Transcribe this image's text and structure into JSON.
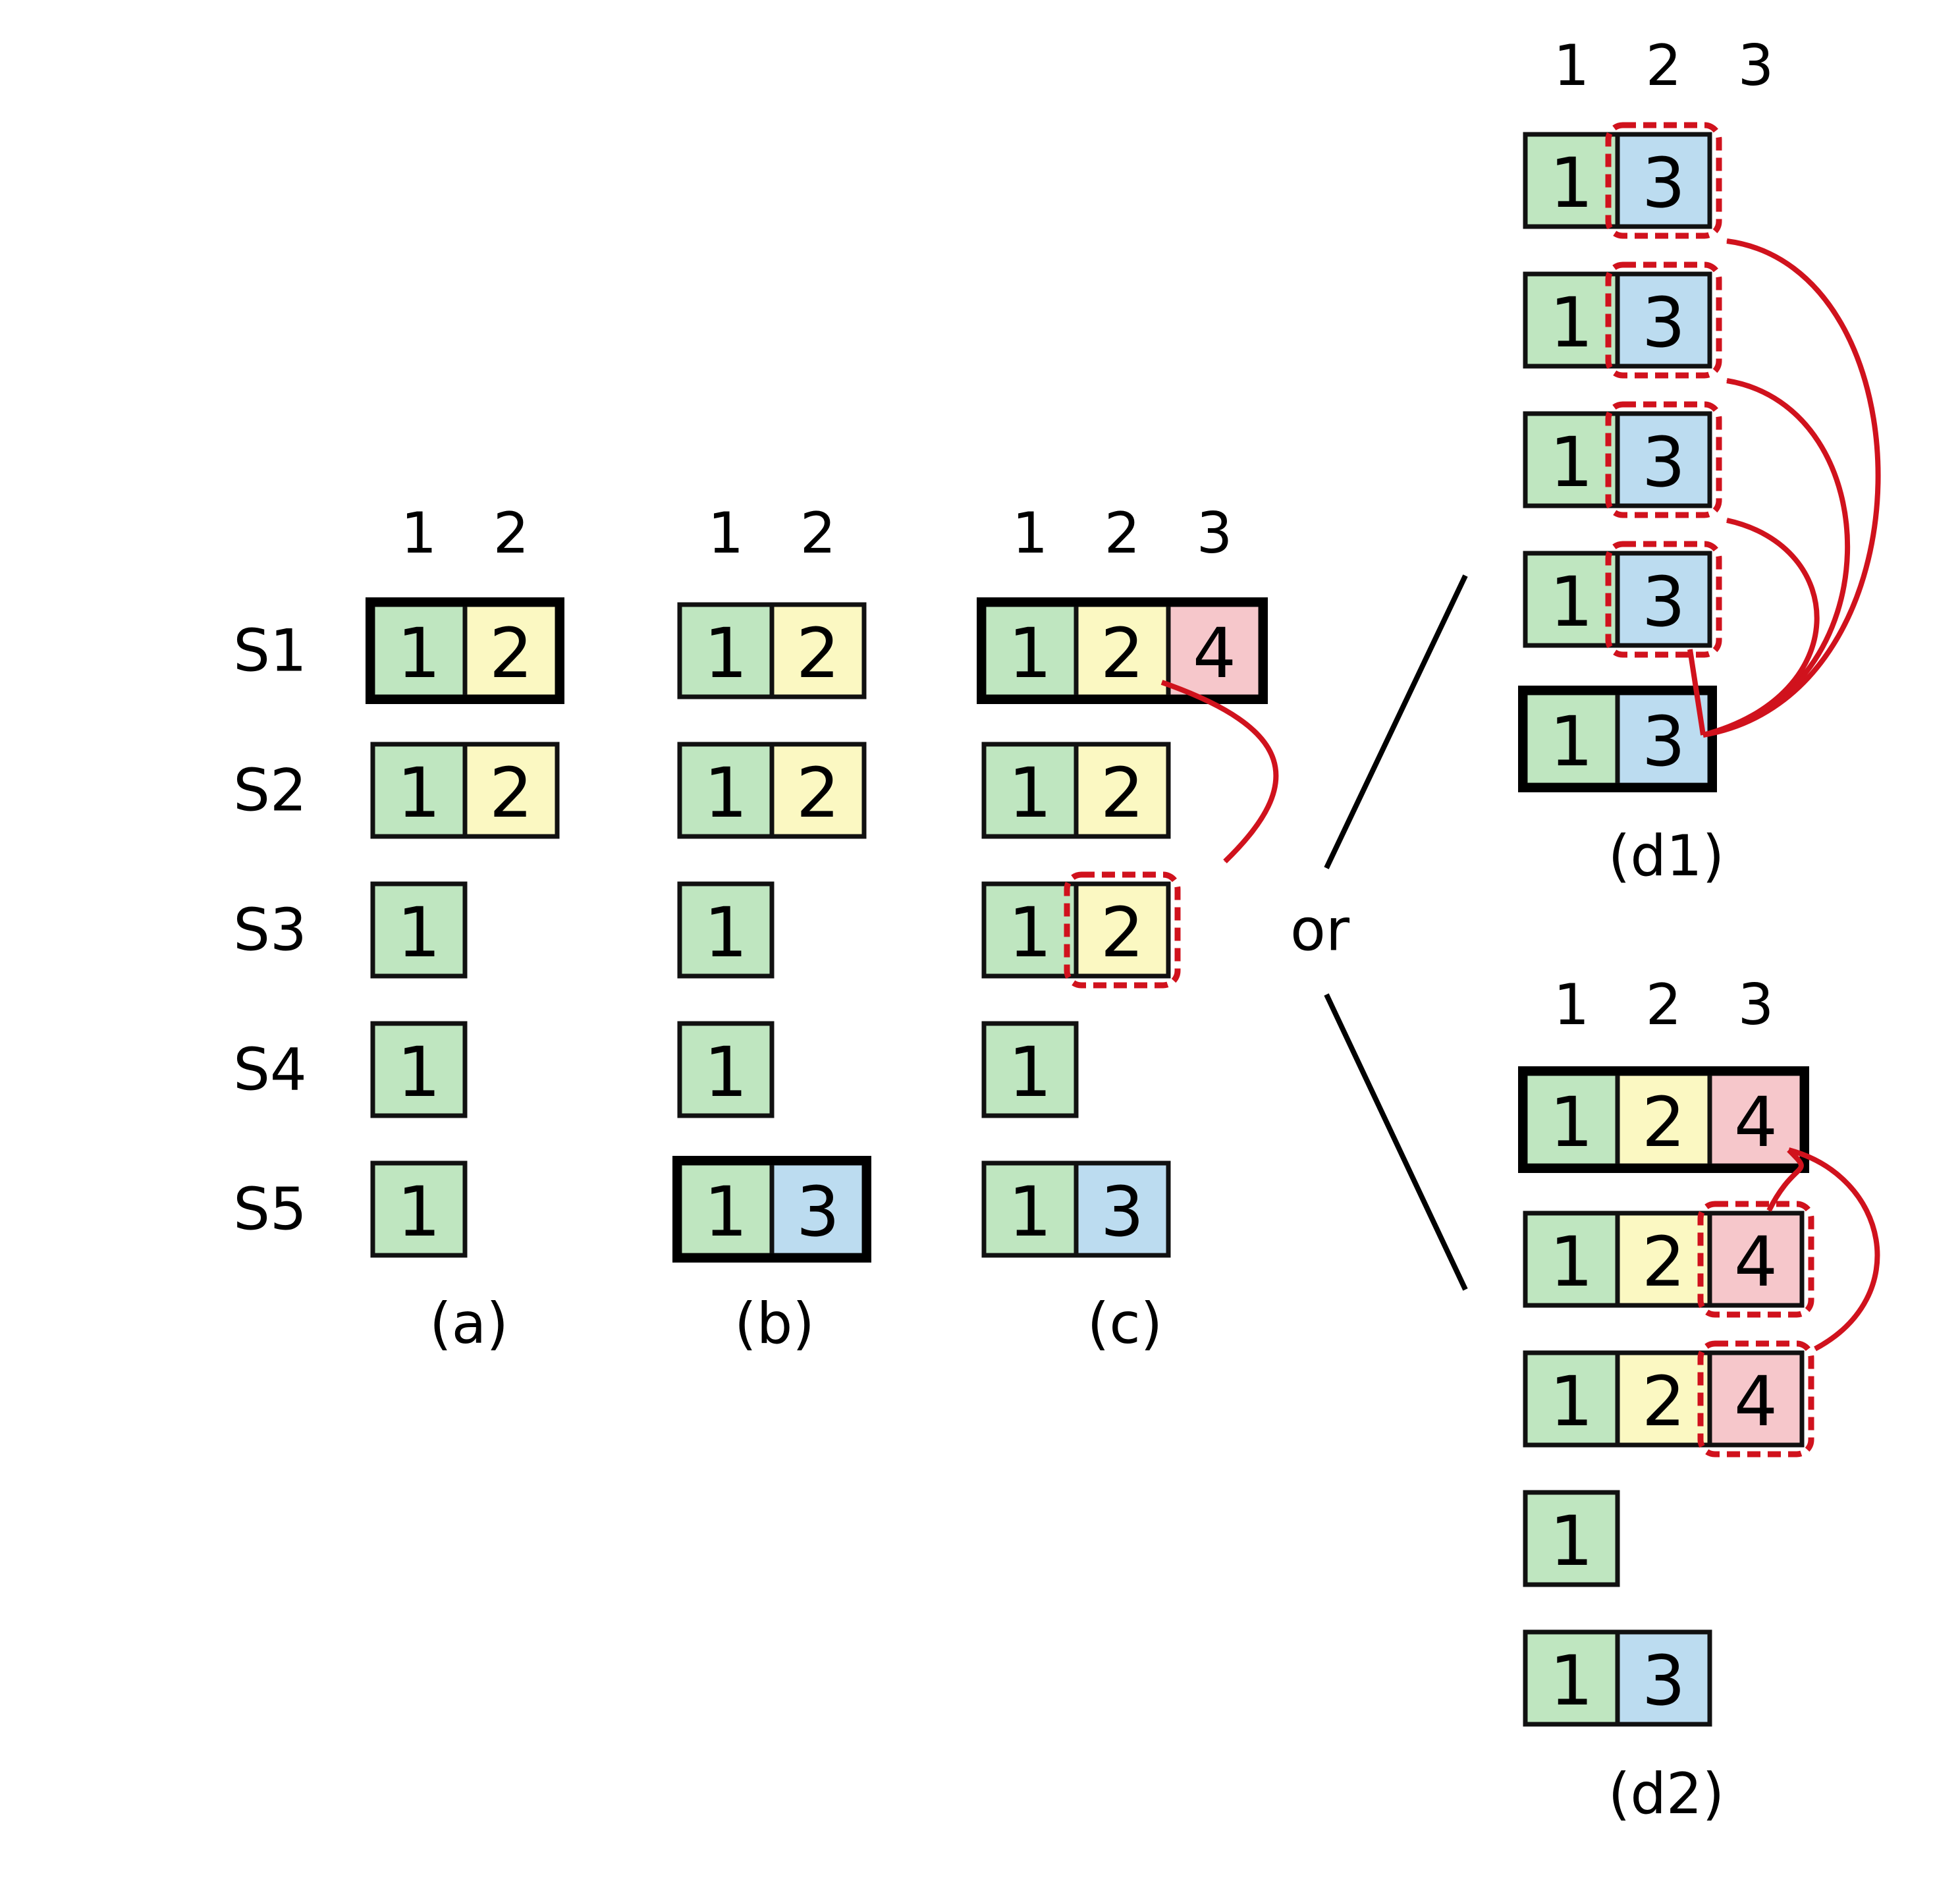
{
  "colors": {
    "green": "#bfe6c0",
    "yellow": "#fbf8c2",
    "blue": "#bcdcf0",
    "pink": "#f6c7cb",
    "stroke": "#111111",
    "highlight": "#d0121d"
  },
  "row_labels": [
    "S1",
    "S2",
    "S3",
    "S4",
    "S5"
  ],
  "or_label": "or",
  "panels": [
    {
      "id": "a",
      "caption": "(a)",
      "index_labels": [
        "1",
        "2"
      ],
      "rows": [
        {
          "leader": true,
          "entries": [
            {
              "term": "1",
              "color": "green"
            },
            {
              "term": "2",
              "color": "yellow"
            }
          ]
        },
        {
          "leader": false,
          "entries": [
            {
              "term": "1",
              "color": "green"
            },
            {
              "term": "2",
              "color": "yellow"
            }
          ]
        },
        {
          "leader": false,
          "entries": [
            {
              "term": "1",
              "color": "green"
            }
          ]
        },
        {
          "leader": false,
          "entries": [
            {
              "term": "1",
              "color": "green"
            }
          ]
        },
        {
          "leader": false,
          "entries": [
            {
              "term": "1",
              "color": "green"
            }
          ]
        }
      ]
    },
    {
      "id": "b",
      "caption": "(b)",
      "index_labels": [
        "1",
        "2"
      ],
      "rows": [
        {
          "leader": false,
          "entries": [
            {
              "term": "1",
              "color": "green"
            },
            {
              "term": "2",
              "color": "yellow"
            }
          ]
        },
        {
          "leader": false,
          "entries": [
            {
              "term": "1",
              "color": "green"
            },
            {
              "term": "2",
              "color": "yellow"
            }
          ]
        },
        {
          "leader": false,
          "entries": [
            {
              "term": "1",
              "color": "green"
            }
          ]
        },
        {
          "leader": false,
          "entries": [
            {
              "term": "1",
              "color": "green"
            }
          ]
        },
        {
          "leader": true,
          "entries": [
            {
              "term": "1",
              "color": "green"
            },
            {
              "term": "3",
              "color": "blue"
            }
          ]
        }
      ]
    },
    {
      "id": "c",
      "caption": "(c)",
      "index_labels": [
        "1",
        "2",
        "3"
      ],
      "rows": [
        {
          "leader": true,
          "entries": [
            {
              "term": "1",
              "color": "green"
            },
            {
              "term": "2",
              "color": "yellow"
            },
            {
              "term": "4",
              "color": "pink"
            }
          ]
        },
        {
          "leader": false,
          "entries": [
            {
              "term": "1",
              "color": "green"
            },
            {
              "term": "2",
              "color": "yellow"
            }
          ]
        },
        {
          "leader": false,
          "entries": [
            {
              "term": "1",
              "color": "green"
            },
            {
              "term": "2",
              "color": "yellow",
              "highlight": true
            }
          ]
        },
        {
          "leader": false,
          "entries": [
            {
              "term": "1",
              "color": "green"
            }
          ]
        },
        {
          "leader": false,
          "entries": [
            {
              "term": "1",
              "color": "green"
            },
            {
              "term": "3",
              "color": "blue"
            }
          ]
        }
      ]
    },
    {
      "id": "d1",
      "caption": "(d1)",
      "index_labels": [
        "1",
        "2",
        "3"
      ],
      "rows": [
        {
          "leader": false,
          "entries": [
            {
              "term": "1",
              "color": "green"
            },
            {
              "term": "3",
              "color": "blue",
              "highlight": true
            }
          ]
        },
        {
          "leader": false,
          "entries": [
            {
              "term": "1",
              "color": "green"
            },
            {
              "term": "3",
              "color": "blue",
              "highlight": true
            }
          ]
        },
        {
          "leader": false,
          "entries": [
            {
              "term": "1",
              "color": "green"
            },
            {
              "term": "3",
              "color": "blue",
              "highlight": true
            }
          ]
        },
        {
          "leader": false,
          "entries": [
            {
              "term": "1",
              "color": "green"
            },
            {
              "term": "3",
              "color": "blue",
              "highlight": true
            }
          ]
        },
        {
          "leader": true,
          "entries": [
            {
              "term": "1",
              "color": "green"
            },
            {
              "term": "3",
              "color": "blue"
            }
          ]
        }
      ]
    },
    {
      "id": "d2",
      "caption": "(d2)",
      "index_labels": [
        "1",
        "2",
        "3"
      ],
      "rows": [
        {
          "leader": true,
          "entries": [
            {
              "term": "1",
              "color": "green"
            },
            {
              "term": "2",
              "color": "yellow"
            },
            {
              "term": "4",
              "color": "pink"
            }
          ]
        },
        {
          "leader": false,
          "entries": [
            {
              "term": "1",
              "color": "green"
            },
            {
              "term": "2",
              "color": "yellow"
            },
            {
              "term": "4",
              "color": "pink",
              "highlight": true
            }
          ]
        },
        {
          "leader": false,
          "entries": [
            {
              "term": "1",
              "color": "green"
            },
            {
              "term": "2",
              "color": "yellow"
            },
            {
              "term": "4",
              "color": "pink",
              "highlight": true
            }
          ]
        },
        {
          "leader": false,
          "entries": [
            {
              "term": "1",
              "color": "green"
            }
          ]
        },
        {
          "leader": false,
          "entries": [
            {
              "term": "1",
              "color": "green"
            },
            {
              "term": "3",
              "color": "blue"
            }
          ]
        }
      ]
    }
  ],
  "replication_arrows": [
    {
      "panel": "c",
      "from_row": 1,
      "to_row": 3
    },
    {
      "panel": "d1",
      "from_row": 5,
      "to_row": 1
    },
    {
      "panel": "d1",
      "from_row": 5,
      "to_row": 2
    },
    {
      "panel": "d1",
      "from_row": 5,
      "to_row": 3
    },
    {
      "panel": "d1",
      "from_row": 5,
      "to_row": 4
    },
    {
      "panel": "d2",
      "from_row": 1,
      "to_row": 2
    },
    {
      "panel": "d2",
      "from_row": 1,
      "to_row": 3
    }
  ]
}
